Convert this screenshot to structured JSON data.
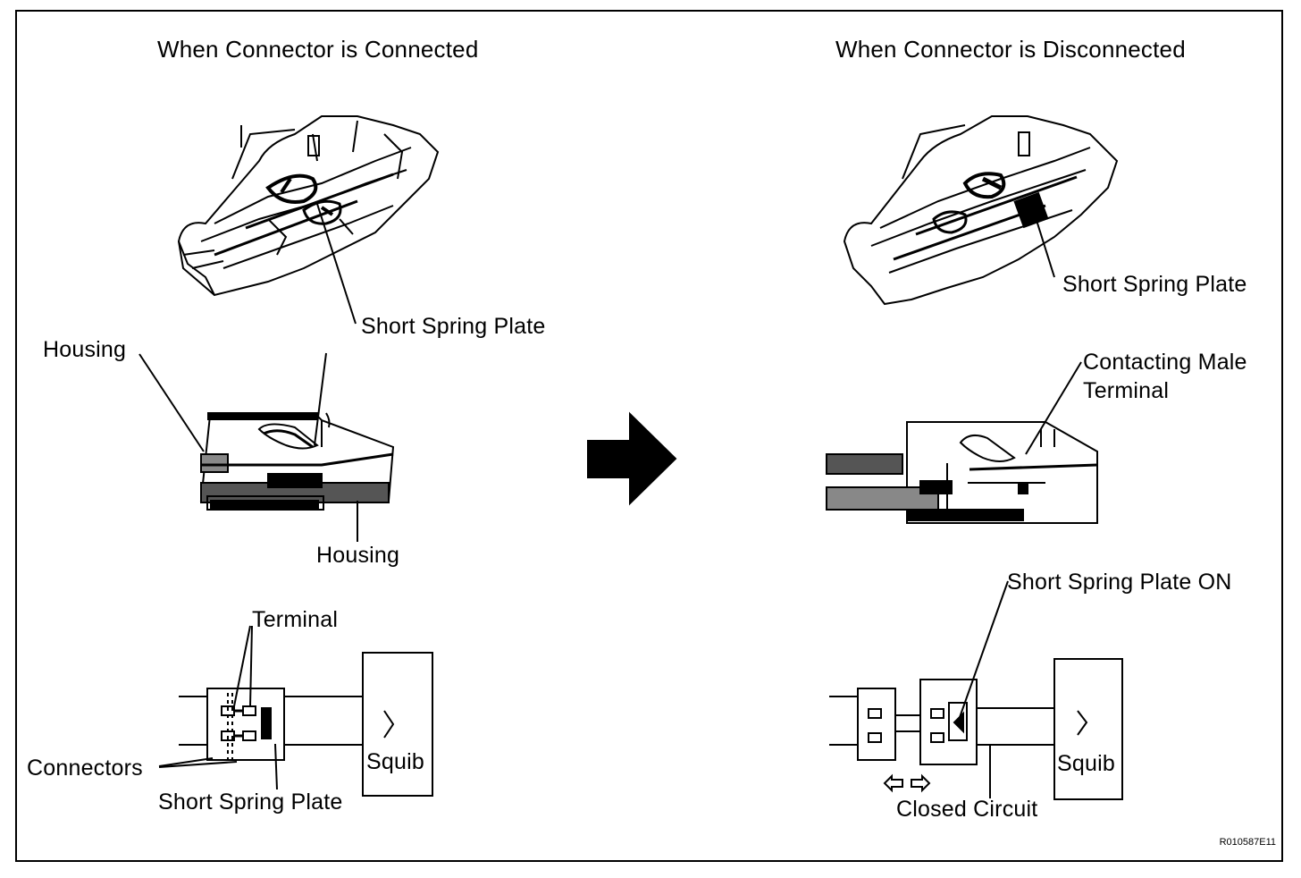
{
  "left_panel": {
    "title": "When Connector is Connected",
    "labels": {
      "short_spring_plate_top": "Short Spring Plate",
      "housing_upper": "Housing",
      "housing_lower": "Housing",
      "terminal": "Terminal",
      "connectors": "Connectors",
      "short_spring_plate_bottom": "Short Spring Plate",
      "squib": "Squib"
    }
  },
  "right_panel": {
    "title": "When Connector is Disconnected",
    "labels": {
      "short_spring_plate_top": "Short Spring Plate",
      "contacting_male_terminal": "Contacting Male\nTerminal",
      "contacting_line1": "Contacting Male",
      "contacting_line2": "Terminal",
      "short_spring_plate_on": "Short Spring Plate ON",
      "closed_circuit": "Closed Circuit",
      "squib": "Squib"
    }
  },
  "figure_code": "R010587E11",
  "icons": [
    "right-arrow-icon",
    "double-arrow-icon"
  ]
}
